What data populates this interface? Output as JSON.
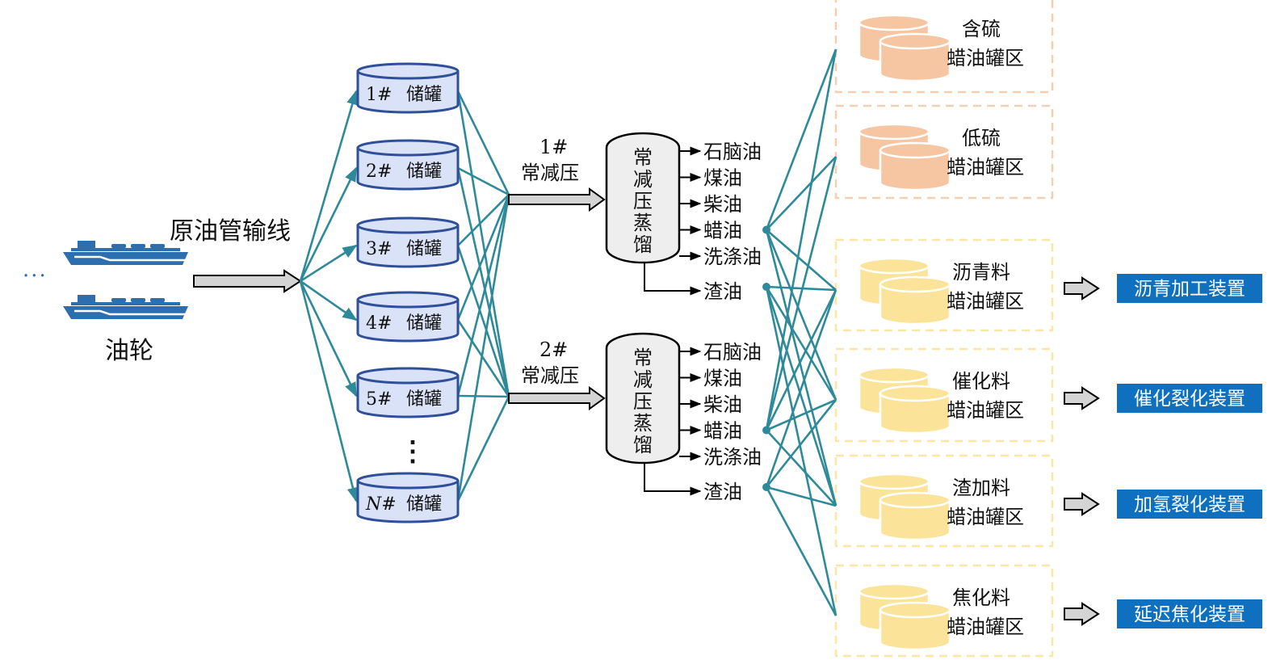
{
  "colors": {
    "line": "#2e8a99",
    "tank_fill": "#d9e2f7",
    "tank_stroke": "#2f4f99",
    "still_fill": "#eeeeee",
    "sulfur_tank": "#f6c6a3",
    "feed_tank": "#fbe49a",
    "area_border_sulfur": "#f3cfb0",
    "area_border_feed": "#fbe6a6",
    "unit_fill": "#0f70c0",
    "ship": "#2d6fae",
    "arrow_fill": "#d4d4d4"
  },
  "source": {
    "ellipsis": "···",
    "ship_label": "油轮",
    "ship_icon": "tanker-ship-icon",
    "pipeline_label": "原油管输线"
  },
  "storage_tanks": [
    {
      "num": "1#",
      "label": "储罐"
    },
    {
      "num": "2#",
      "label": "储罐"
    },
    {
      "num": "3#",
      "label": "储罐"
    },
    {
      "num": "4#",
      "label": "储罐"
    },
    {
      "num": "5#",
      "label": "储罐"
    },
    {
      "num": "N#",
      "label": "储罐"
    }
  ],
  "tank_vertical_ellipsis": "⋮",
  "distillation_units": [
    {
      "feed_label": [
        "1#",
        "常减压"
      ],
      "column_chars": [
        "常",
        "减",
        "压",
        "蒸",
        "馏"
      ],
      "products": [
        "石脑油",
        "煤油",
        "柴油",
        "蜡油",
        "洗涤油"
      ],
      "residue": "渣油"
    },
    {
      "feed_label": [
        "2#",
        "常减压"
      ],
      "column_chars": [
        "常",
        "减",
        "压",
        "蒸",
        "馏"
      ],
      "products": [
        "石脑油",
        "煤油",
        "柴油",
        "蜡油",
        "洗涤油"
      ],
      "residue": "渣油"
    }
  ],
  "tank_areas": [
    {
      "line1": "含硫",
      "line2": "蜡油罐区",
      "type": "sulfur",
      "unit": ""
    },
    {
      "line1": "低硫",
      "line2": "蜡油罐区",
      "type": "sulfur",
      "unit": ""
    },
    {
      "line1": "沥青料",
      "line2": "蜡油罐区",
      "type": "feed",
      "unit": "沥青加工装置"
    },
    {
      "line1": "催化料",
      "line2": "蜡油罐区",
      "type": "feed",
      "unit": "催化裂化装置"
    },
    {
      "line1": "渣加料",
      "line2": "蜡油罐区",
      "type": "feed",
      "unit": "加氢裂化装置"
    },
    {
      "line1": "焦化料",
      "line2": "蜡油罐区",
      "type": "feed",
      "unit": "延迟焦化装置"
    }
  ]
}
